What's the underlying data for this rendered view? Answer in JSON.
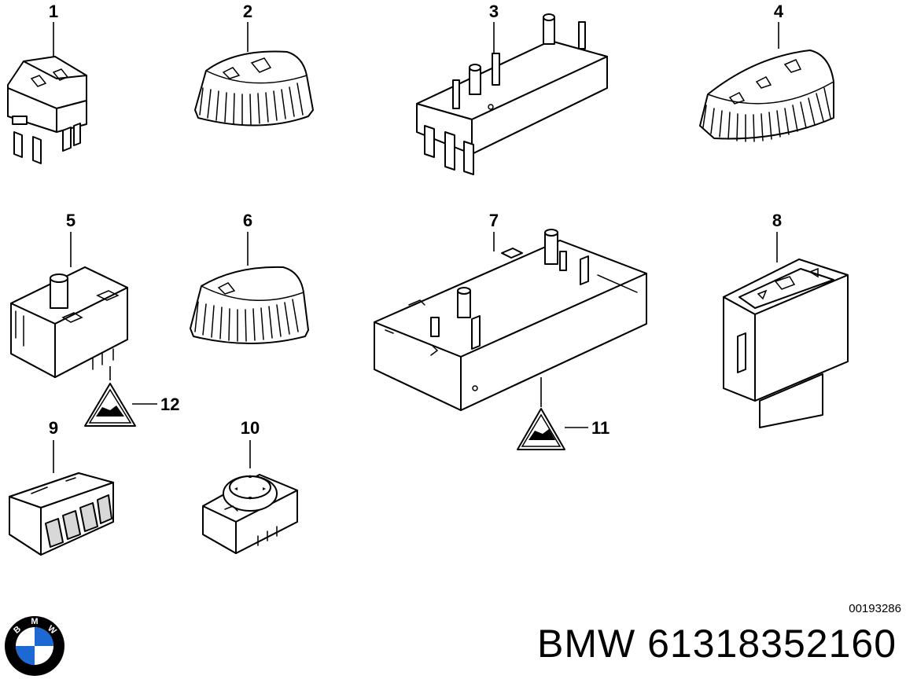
{
  "diagram": {
    "part_numbers": [
      "1",
      "2",
      "3",
      "4",
      "5",
      "6",
      "7",
      "8",
      "9",
      "10",
      "11",
      "12"
    ],
    "catalog_number": "00193286",
    "title": "BMW 61318352160"
  },
  "logo": {
    "letters": [
      "B",
      "M",
      "W"
    ],
    "colors": {
      "blue": "#1c69d4",
      "black": "#000000",
      "white": "#ffffff"
    }
  },
  "icons": [
    "bmw-logo-icon",
    "warning-triangle-icon"
  ]
}
